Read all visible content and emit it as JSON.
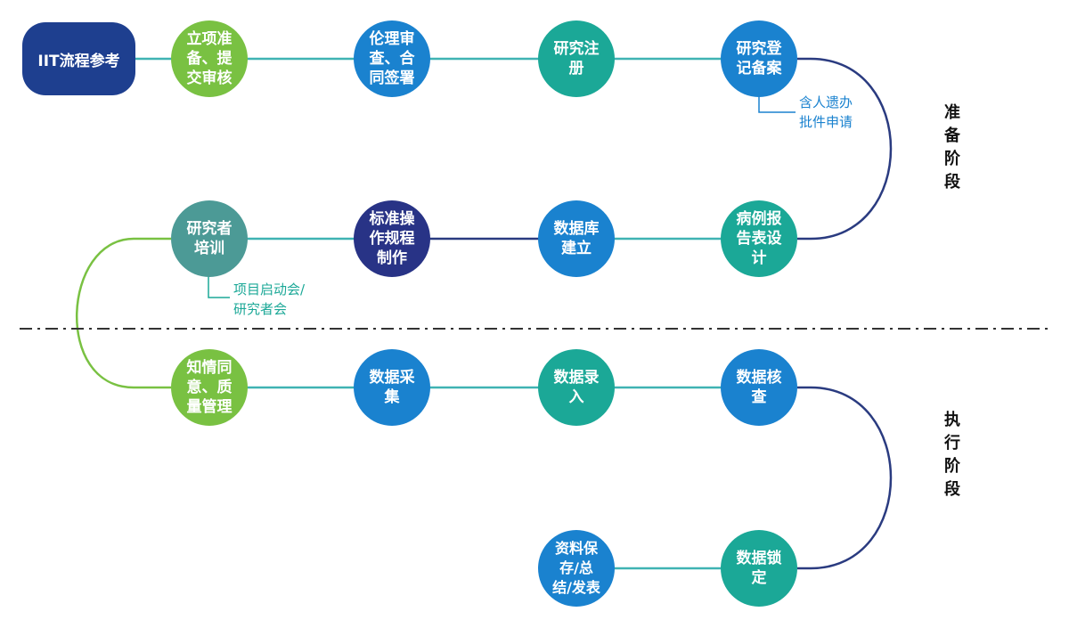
{
  "colors": {
    "green": "#79c142",
    "blue": "#1a82cf",
    "teal": "#1ba897",
    "teal_gray": "#4c9a96",
    "navy": "#283386",
    "dark_blue": "#1e3f8f",
    "line_teal": "#3fb3b3",
    "line_navy": "#2a3b80",
    "line_green": "#79c142"
  },
  "start": {
    "label": "IIT流程参考"
  },
  "nodes": {
    "n1": "立项准\n备、提\n交审核",
    "n2": "伦理审\n查、合\n同签署",
    "n3": "研究注\n册",
    "n4": "研究登\n记备案",
    "n5": "病例报\n告表设\n计",
    "n6": "数据库\n建立",
    "n7": "标准操\n作规程\n制作",
    "n8": "研究者\n培训",
    "n9": "知情同\n意、质\n量管理",
    "n10": "数据采\n集",
    "n11": "数据录\n入",
    "n12": "数据核\n查",
    "n13": "数据锁\n定",
    "n14": "资料保\n存/总\n结/发表"
  },
  "notes": {
    "human_genetics": "含人遗办\n批件申请",
    "kickoff": "项目启动会/\n研究者会"
  },
  "stages": {
    "prep": "准\n备\n阶\n段",
    "exec": "执\n行\n阶\n段"
  }
}
